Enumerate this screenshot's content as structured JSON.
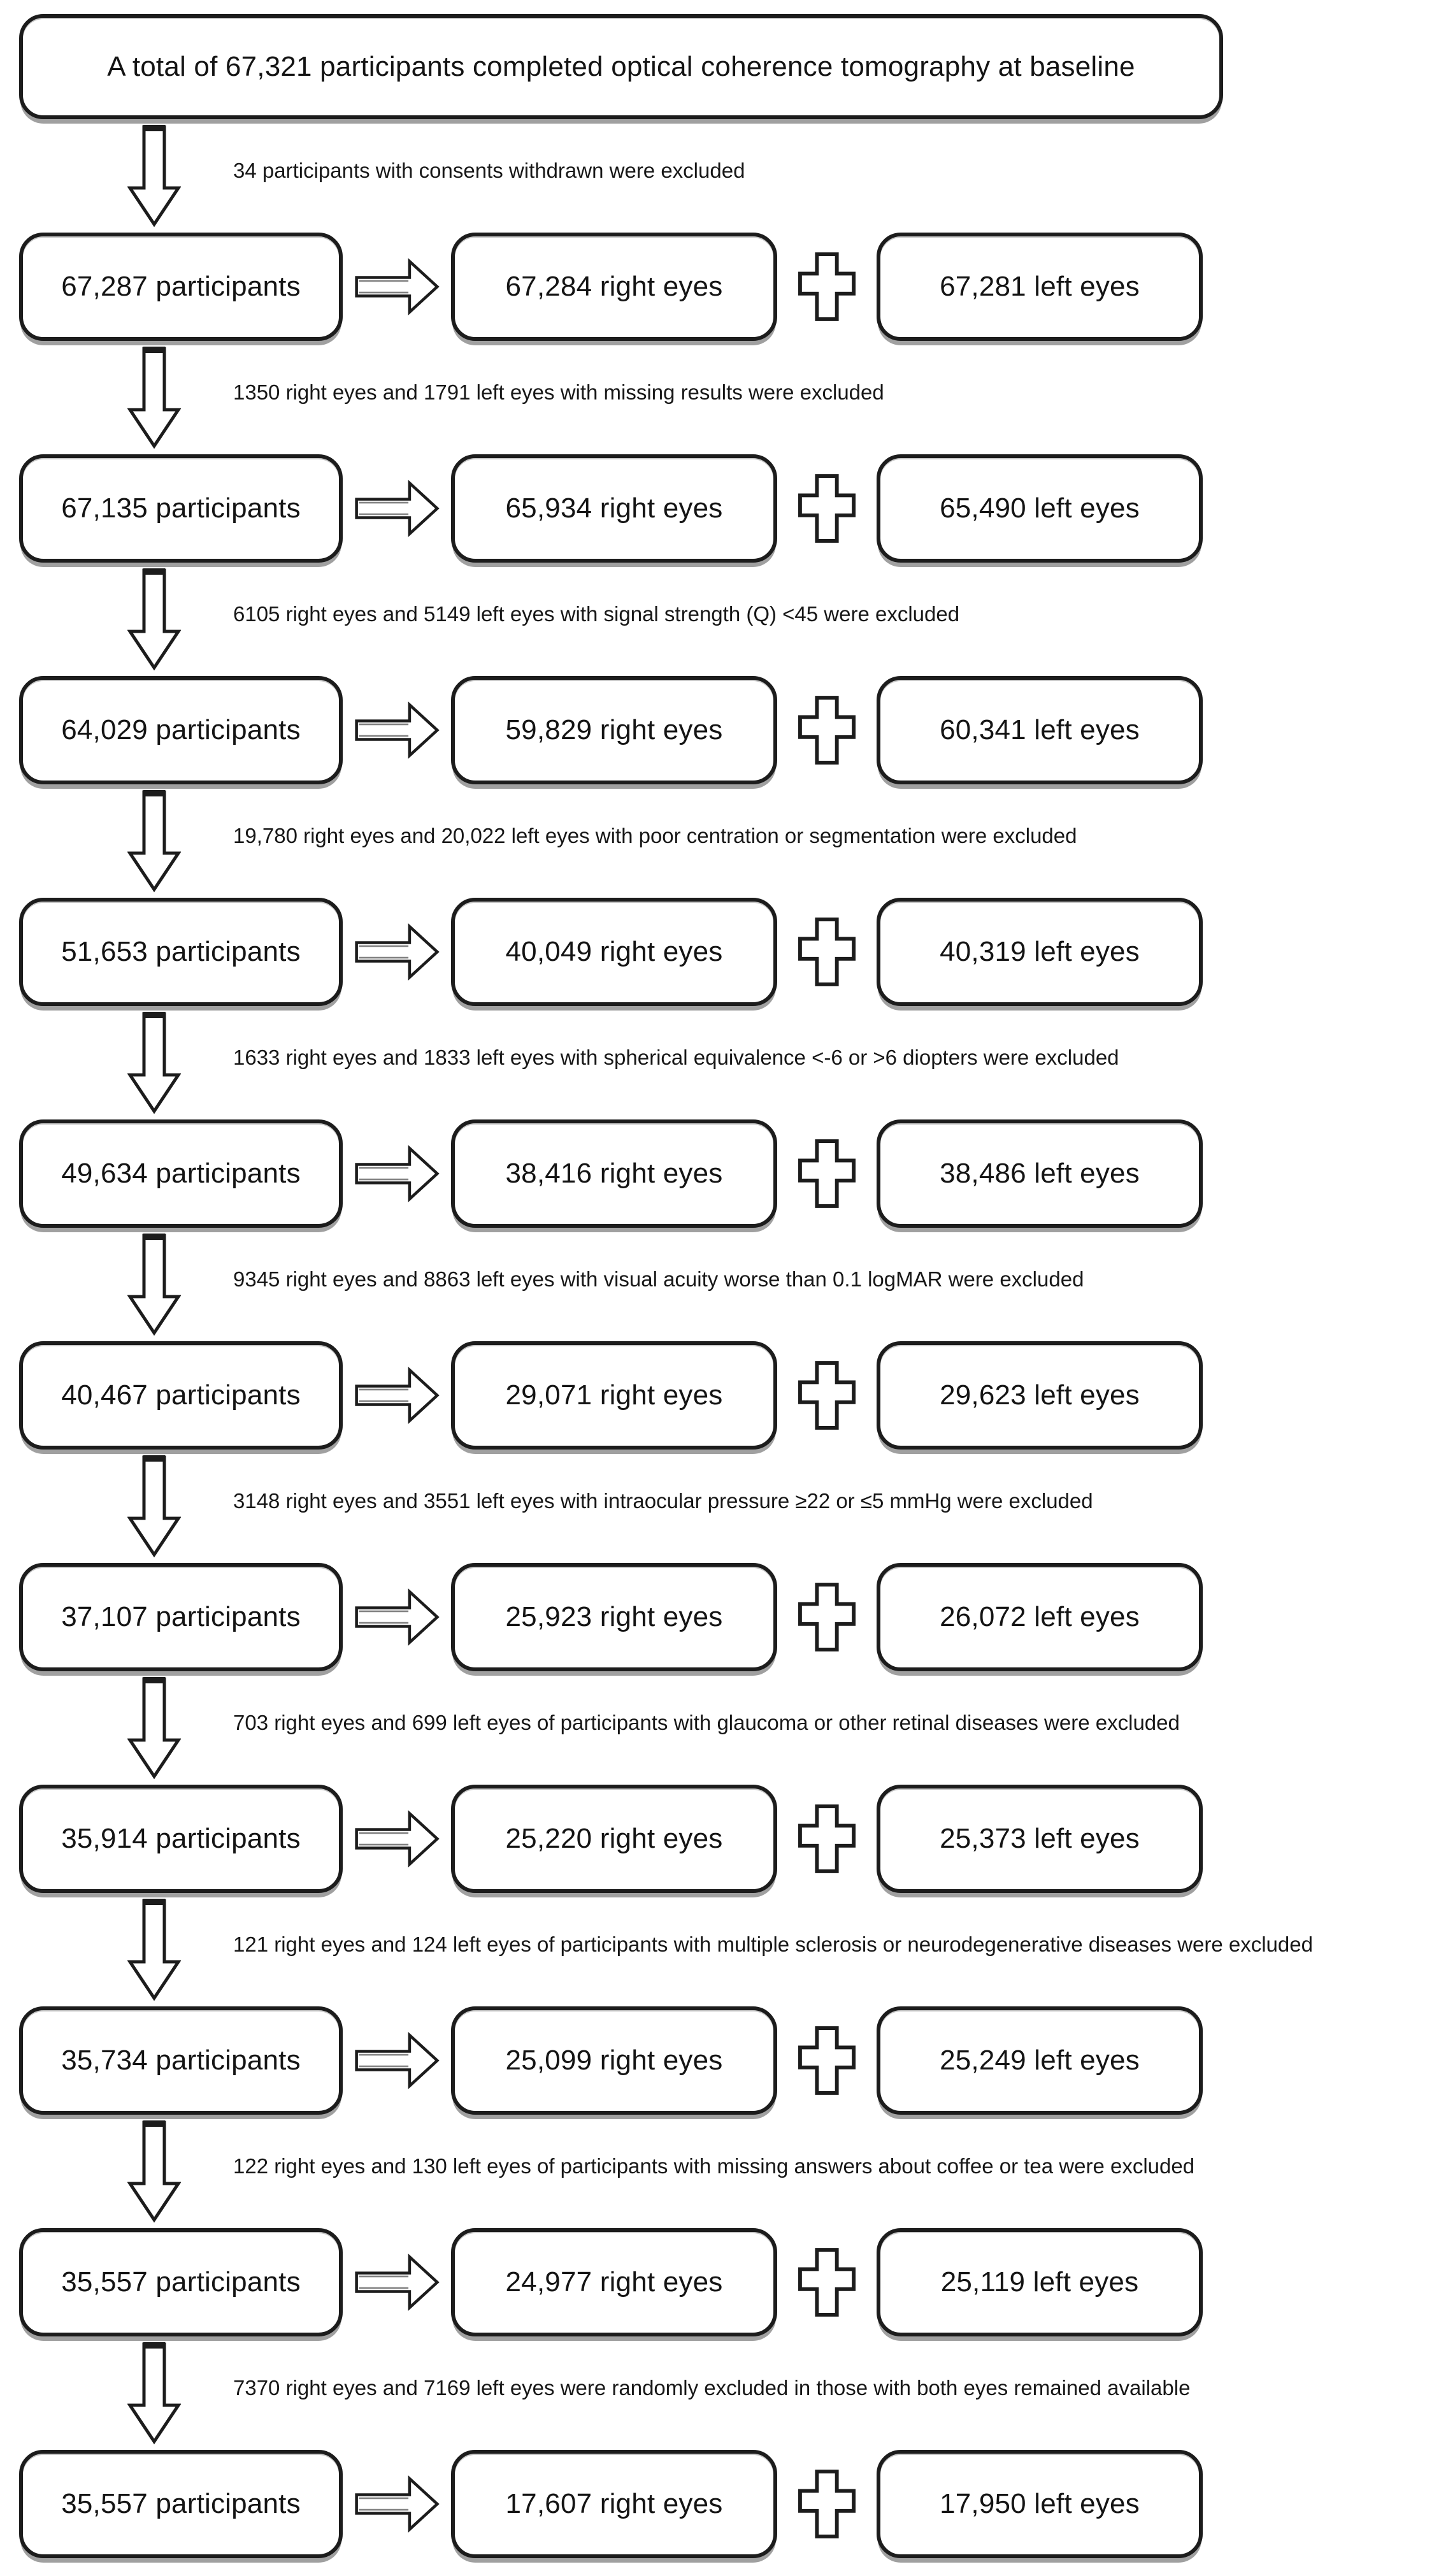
{
  "colors": {
    "line": "#1c1c1c",
    "background": "#ffffff",
    "text": "#141414"
  },
  "icons": {
    "down_arrow": "hollow block arrow pointing down",
    "right_arrow": "hollow block arrow pointing right",
    "plus": "hollow plus connector"
  },
  "title": "A total of 67,321 participants completed optical coherence tomography at baseline",
  "steps": [
    {
      "note": "34 participants with consents withdrawn were excluded",
      "participants": "67,287 participants",
      "right_eyes": "67,284 right eyes",
      "left_eyes": "67,281 left eyes"
    },
    {
      "note": "1350 right eyes and 1791 left eyes with missing results were excluded",
      "participants": "67,135 participants",
      "right_eyes": "65,934 right eyes",
      "left_eyes": "65,490 left eyes"
    },
    {
      "note": "6105 right eyes and 5149 left eyes with signal strength (Q) <45 were excluded",
      "participants": "64,029 participants",
      "right_eyes": "59,829 right eyes",
      "left_eyes": "60,341 left eyes"
    },
    {
      "note": "19,780 right eyes and 20,022 left eyes with poor centration or segmentation were excluded",
      "participants": "51,653 participants",
      "right_eyes": "40,049 right eyes",
      "left_eyes": "40,319 left eyes"
    },
    {
      "note": "1633 right eyes and 1833 left eyes with spherical equivalence <-6 or >6 diopters were excluded",
      "participants": "49,634 participants",
      "right_eyes": "38,416 right eyes",
      "left_eyes": "38,486 left eyes"
    },
    {
      "note": "9345 right eyes and 8863 left eyes with visual acuity worse than 0.1 logMAR were excluded",
      "participants": "40,467 participants",
      "right_eyes": "29,071 right eyes",
      "left_eyes": "29,623 left eyes"
    },
    {
      "note": "3148 right eyes and 3551 left eyes with intraocular pressure ≥22 or ≤5 mmHg were excluded",
      "participants": "37,107 participants",
      "right_eyes": "25,923 right eyes",
      "left_eyes": "26,072 left eyes"
    },
    {
      "note": "703 right eyes and 699 left eyes of participants with glaucoma or other retinal diseases were excluded",
      "participants": "35,914 participants",
      "right_eyes": "25,220 right eyes",
      "left_eyes": "25,373 left eyes"
    },
    {
      "note": "121 right eyes and 124 left eyes of participants with multiple sclerosis or neurodegenerative diseases were excluded",
      "participants": "35,734 participants",
      "right_eyes": "25,099 right eyes",
      "left_eyes": "25,249 left eyes"
    },
    {
      "note": "122 right eyes and 130 left eyes of participants with missing answers about coffee or tea were excluded",
      "participants": "35,557 participants",
      "right_eyes": "24,977 right eyes",
      "left_eyes": "25,119 left eyes"
    },
    {
      "note": "7370 right eyes and 7169 left eyes were randomly excluded in those with both eyes remained available",
      "participants": "35,557 participants",
      "right_eyes": "17,607 right eyes",
      "left_eyes": "17,950 left eyes"
    }
  ]
}
